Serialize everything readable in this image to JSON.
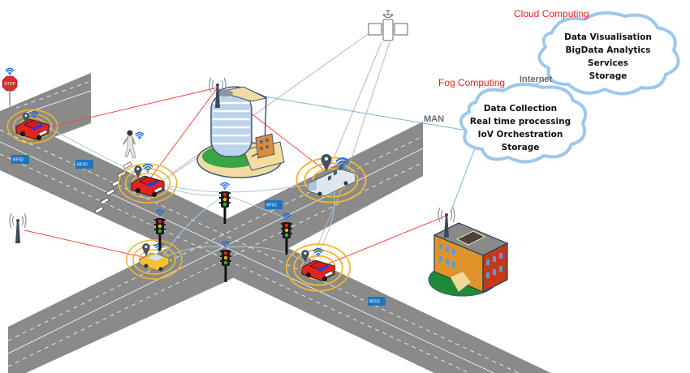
{
  "title": "IoV fog/cloud computing architecture at a smart intersection",
  "labels": {
    "cloud_computing": "Cloud Computing",
    "fog_computing": "Fog Computing",
    "internet": "Internet",
    "man": "MAN"
  },
  "cloud": {
    "lines": [
      "Data Visualisation",
      "BigData Analytics",
      "Services",
      "Storage"
    ]
  },
  "fog": {
    "lines": [
      "Data Collection",
      "Real time processing",
      "IoV Orchestration",
      "Storage"
    ]
  },
  "rfid_tag_text": "RFID",
  "stop_sign_text": "STOP",
  "colors": {
    "road": "#8a8a8a",
    "cloud_outline": "#9dc8ec",
    "link_red": "#ef4a4a",
    "link_blue": "#7fb0dc",
    "link_gray": "#b8b8b8",
    "signal_ring": "#f2b632",
    "wifi": "#1f6fe0",
    "label_red": "#e8231f"
  },
  "entities": {
    "vehicles": [
      "red car (top-left)",
      "red car (crosswalk)",
      "yellow taxi",
      "red car (bottom)",
      "bus"
    ],
    "infrastructure": [
      "satellite",
      "cell tower (office)",
      "cell tower (left)",
      "cell tower (school)",
      "traffic lights x4",
      "stop sign",
      "RFID readers x4"
    ],
    "buildings": [
      "office tower",
      "school building"
    ],
    "pedestrian": "walking person"
  }
}
